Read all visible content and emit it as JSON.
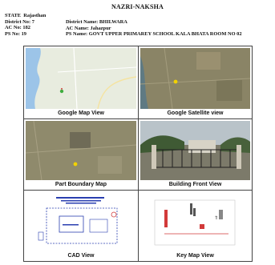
{
  "document": {
    "title": "NAZRI-NAKSHA",
    "state_label": "STATE",
    "state_value": "Rajasthan",
    "district_no_label": "District No:",
    "district_no_value": "7",
    "district_name_label": "District Name:",
    "district_name_value": "BHILWARA",
    "ac_no_label": "AC No:",
    "ac_no_value": "182",
    "ac_name_label": "AC Name:",
    "ac_name_value": "Jahazpur",
    "ps_no_label": "PS No:",
    "ps_no_value": "19",
    "ps_name_label": "PS Name:",
    "ps_name_value": "GOVT UPPER PRIMAREY SCHOOL KALA BHATA ROOM NO 02"
  },
  "panels": {
    "google_map": "Google Map View",
    "google_satellite": "Google Satellite view",
    "part_boundary": "Part Boundary Map",
    "building_front": "Building Front View",
    "cad": "CAD View",
    "key_map": "Key Map View"
  },
  "colors": {
    "map_bg": "#e8ecdf",
    "water": "#9cc4e8",
    "satellite": "#8a8466",
    "marker": "#f2d200",
    "marker_green": "#3fae3f",
    "cad_blue": "#2a3fb0",
    "key_red": "#d23a3a"
  }
}
